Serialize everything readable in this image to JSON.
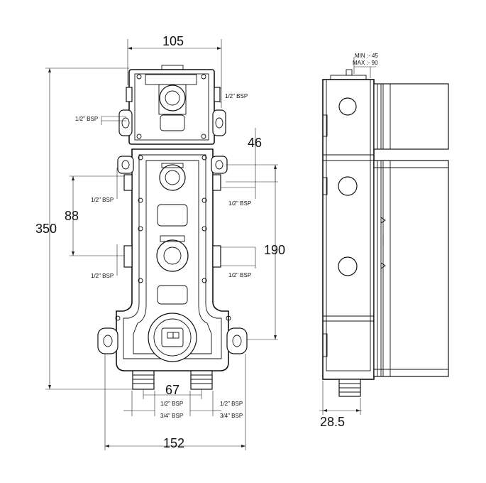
{
  "dimensions": {
    "top_width": "105",
    "total_height": "350",
    "spacing_88": "88",
    "spacing_46": "46",
    "spacing_190": "190",
    "outlet_spacing": "67",
    "total_width": "152",
    "depth": "28.5",
    "min_label": "MIN :- 45",
    "max_label": "MAX :- 90"
  },
  "port_labels": {
    "top_right": "1/2\" BSP",
    "top_left": "1/2\" BSP",
    "mid_left_upper": "1/2\" BSP",
    "mid_right_upper": "1/2\" BSP",
    "mid_left_lower": "1/2\" BSP",
    "mid_right_lower": "1/2\" BSP",
    "bottom_left_half": "1/2\" BSP",
    "bottom_right_half": "1/2\" BSP",
    "bottom_left_three_quarter": "3/4\" BSP",
    "bottom_right_three_quarter": "3/4\" BSP"
  },
  "colors": {
    "line": "#111111",
    "background": "#ffffff"
  }
}
